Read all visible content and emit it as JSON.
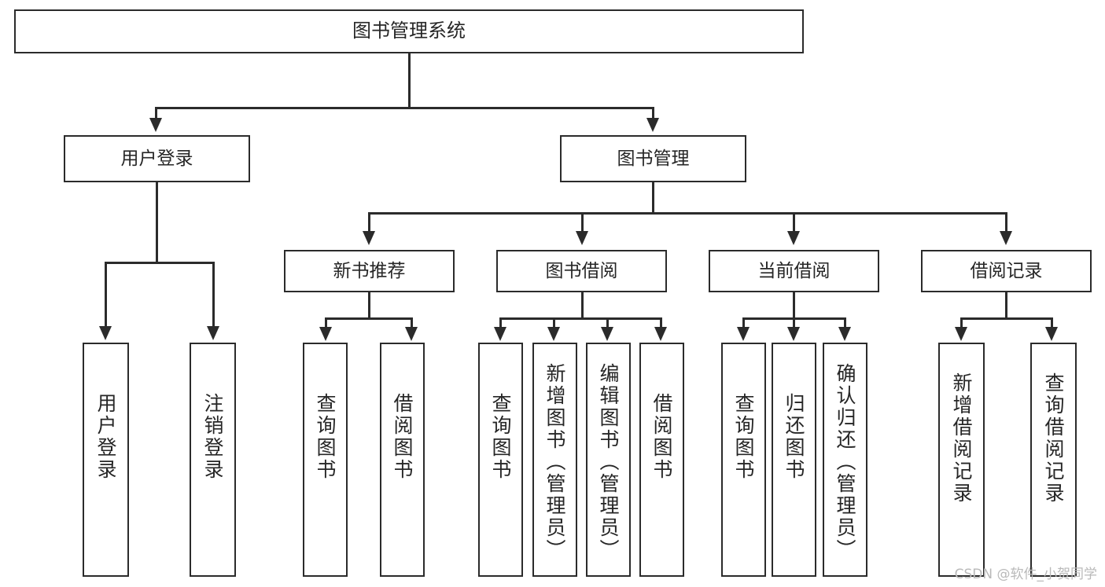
{
  "diagram": {
    "title": "图书管理系统",
    "type": "hierarchy-tree",
    "watermark": "CSDN @软件_小贺同学",
    "colors": {
      "stroke": "#2b2b2b",
      "text": "#262626",
      "background": "#ffffff",
      "watermark": "#b9b9b9"
    },
    "root": {
      "label": "图书管理系统"
    },
    "level2": [
      {
        "label": "用户登录"
      },
      {
        "label": "图书管理"
      }
    ],
    "level3": [
      {
        "label": "新书推荐"
      },
      {
        "label": "图书借阅"
      },
      {
        "label": "当前借阅"
      },
      {
        "label": "借阅记录"
      }
    ],
    "leaves": {
      "user_login": [
        {
          "label": "用户登录"
        },
        {
          "label": "注销登录"
        }
      ],
      "new_book_recommend": [
        {
          "label": "查询图书"
        },
        {
          "label": "借阅图书"
        }
      ],
      "book_borrow": [
        {
          "label": "查询图书"
        },
        {
          "label": "新增图书（管理员）"
        },
        {
          "label": "编辑图书（管理员）"
        },
        {
          "label": "借阅图书"
        }
      ],
      "current_borrow": [
        {
          "label": "查询图书"
        },
        {
          "label": "归还图书"
        },
        {
          "label": "确认归还（管理员）"
        }
      ],
      "borrow_record": [
        {
          "label": "新增借阅记录"
        },
        {
          "label": "查询借阅记录"
        }
      ]
    }
  }
}
